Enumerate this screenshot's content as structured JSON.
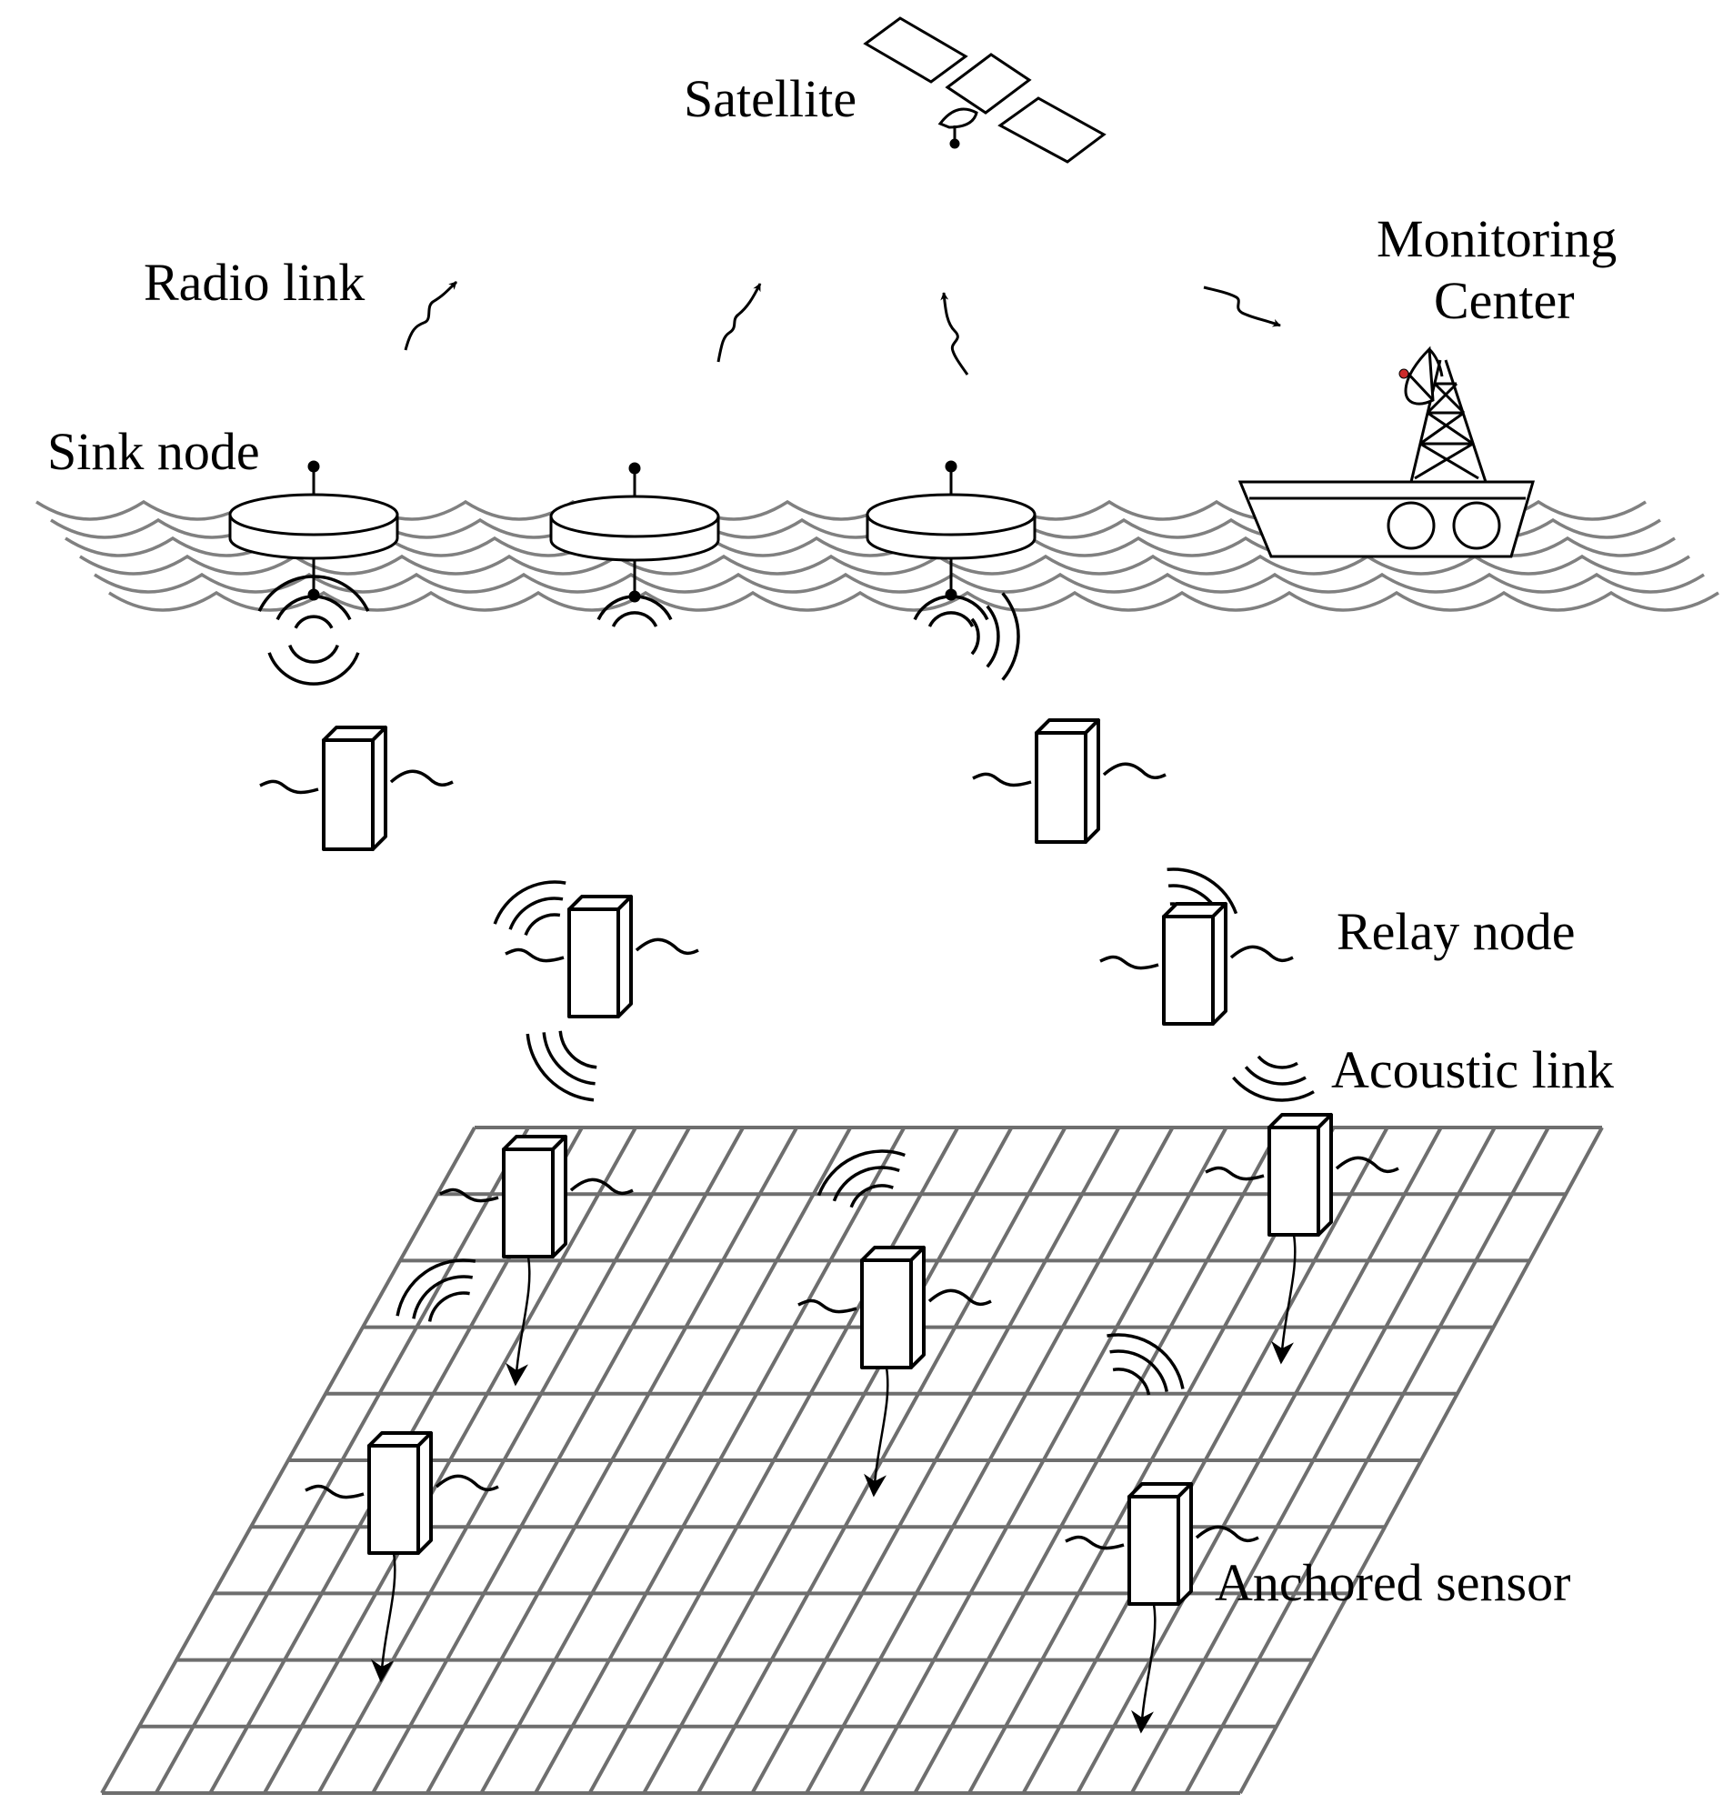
{
  "diagram": {
    "labels": {
      "satellite": "Satellite",
      "radio_link": "Radio link",
      "monitoring_line1": "Monitoring",
      "monitoring_line2": "Center",
      "sink_node": "Sink node",
      "relay_node": "Relay node",
      "acoustic_link": "Acoustic link",
      "anchored_sensor": "Anchored sensor"
    },
    "colors": {
      "ink": "#000000",
      "water": "#808080",
      "grid": "#6e6e6e",
      "beacon": "#cc2a2a"
    },
    "icons": [
      "satellite-icon",
      "ship-icon",
      "antenna-tower-icon",
      "buoy-icon",
      "sensor-node-icon",
      "radio-link-arrow-icon",
      "acoustic-wave-icon",
      "anchor-arrow-icon"
    ]
  }
}
